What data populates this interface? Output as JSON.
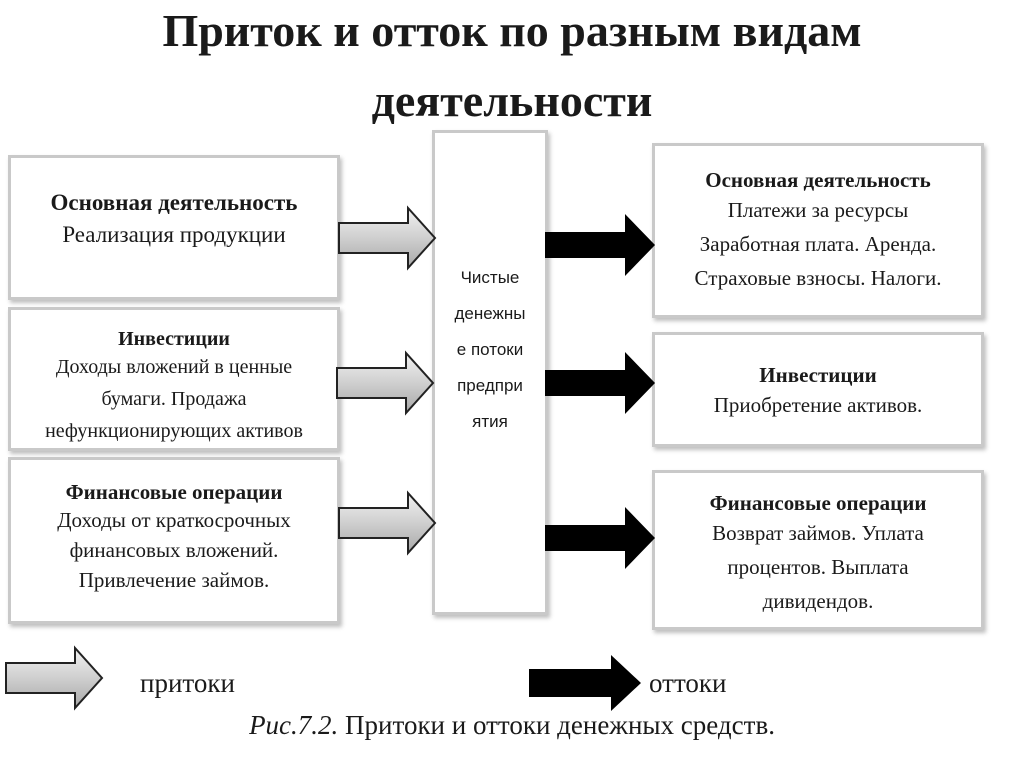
{
  "title": {
    "line1": "Приток и отток по разным видам",
    "line2": "деятельности"
  },
  "inflows": [
    {
      "head": "Основная деятельность",
      "lines": [
        "Реализация продукции"
      ]
    },
    {
      "head": "Инвестиции",
      "lines": [
        "Доходы вложений в ценные",
        "бумаги. Продажа",
        "нефункционирующих активов"
      ]
    },
    {
      "head": "Финансовые операции",
      "lines": [
        "Доходы от краткосрочных",
        "финансовых вложений.",
        "Привлечение займов."
      ]
    }
  ],
  "center": {
    "lines": [
      "Чистые",
      "денежны",
      "е потоки",
      "предпри",
      "ятия"
    ]
  },
  "outflows": [
    {
      "head": "Основная деятельность",
      "lines": [
        "Платежи за ресурсы",
        "Заработная плата. Аренда.",
        "Страховые взносы. Налоги."
      ]
    },
    {
      "head": "Инвестиции",
      "lines": [
        "Приобретение активов."
      ]
    },
    {
      "head": "Финансовые операции",
      "lines": [
        "Возврат займов. Уплата",
        "процентов. Выплата",
        "дивидендов."
      ]
    }
  ],
  "legend": {
    "inflow_label": "притоки",
    "outflow_label": "оттоки",
    "inflow_color": "#d9d9d9",
    "outflow_color": "#000000"
  },
  "caption": {
    "fig": "Рис.7.2.",
    "text": "Притоки и оттоки денежных средств."
  }
}
